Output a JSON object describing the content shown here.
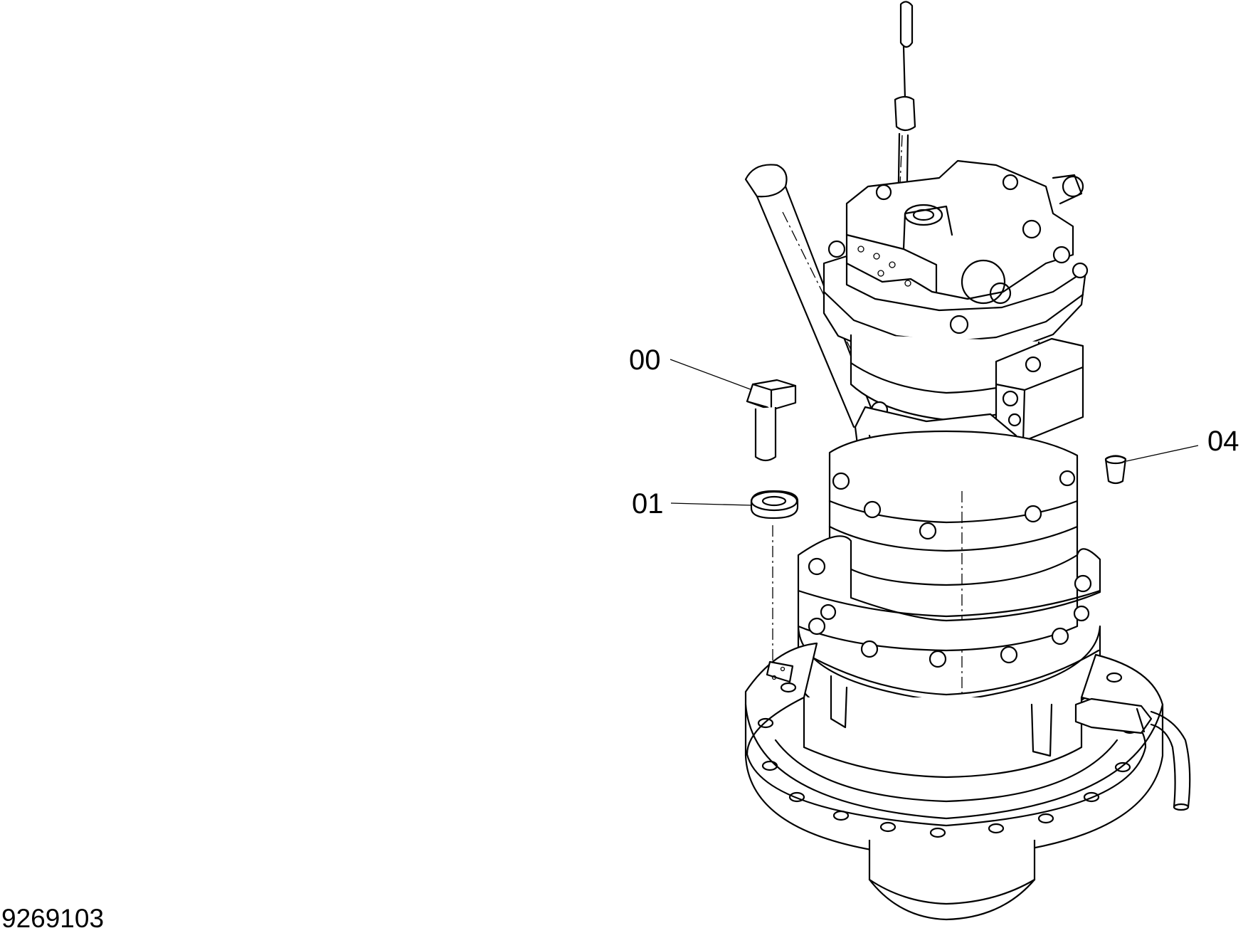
{
  "drawing": {
    "number": "9269103",
    "subject": "swing-motor-assembly"
  },
  "callouts": [
    {
      "id": "00",
      "label": "00",
      "part": "hex-bolt"
    },
    {
      "id": "01",
      "label": "01",
      "part": "washer"
    },
    {
      "id": "04",
      "label": "04",
      "part": "plug"
    }
  ],
  "colors": {
    "line": "#000000",
    "background": "#ffffff"
  }
}
